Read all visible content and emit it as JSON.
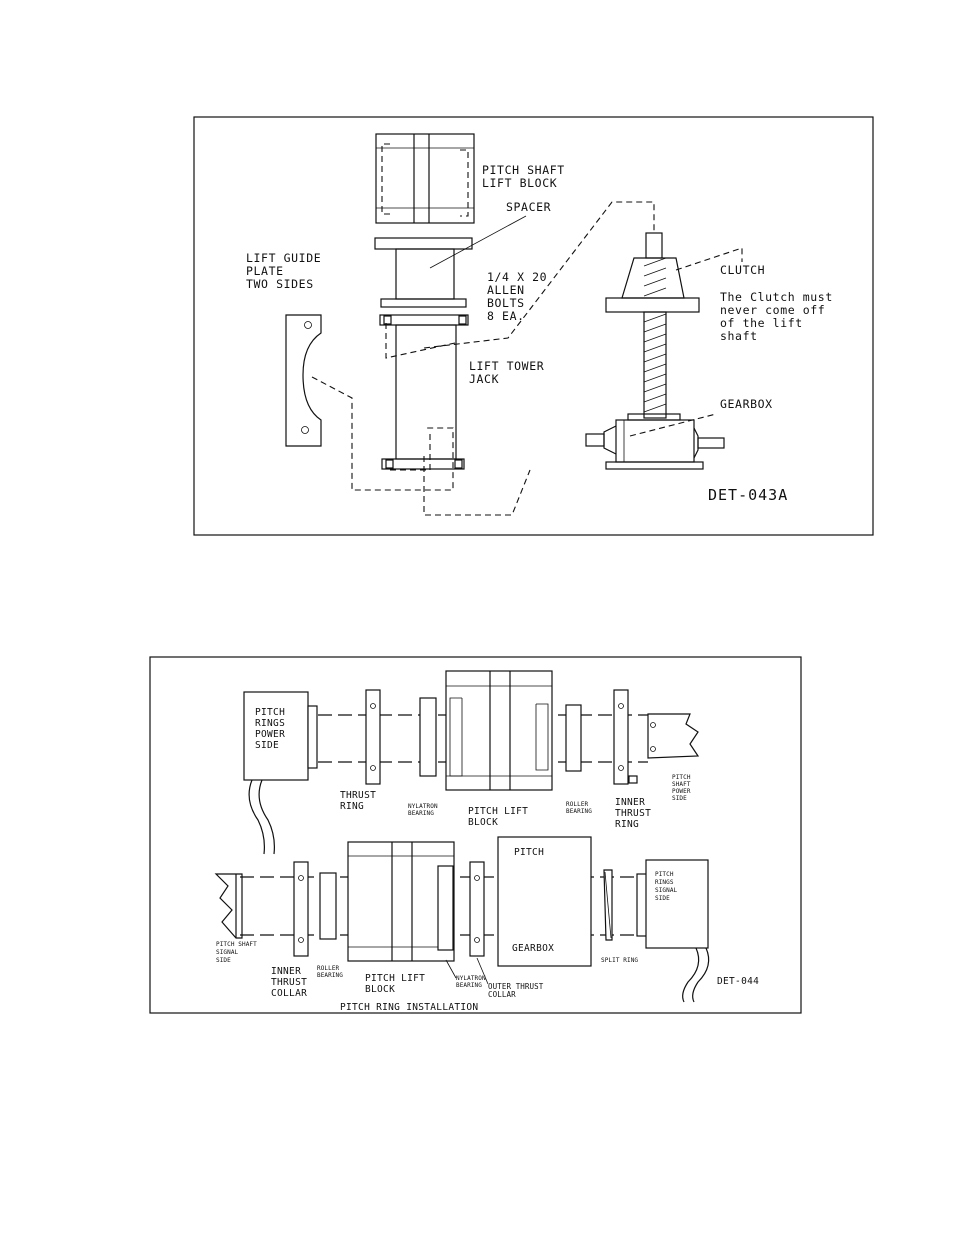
{
  "figure_top": {
    "labels": {
      "pitch_shaft_lift_block": [
        "PITCH SHAFT",
        "LIFT BLOCK"
      ],
      "spacer": "SPACER",
      "lift_guide_plate": [
        "LIFT GUIDE",
        "PLATE",
        "TWO SIDES"
      ],
      "allen_bolts": [
        "1/4 X 20",
        "ALLEN",
        "BOLTS",
        "8 EA."
      ],
      "lift_tower_jack": [
        "LIFT TOWER",
        "JACK"
      ],
      "clutch": "CLUTCH",
      "clutch_note": [
        "The Clutch must",
        "never come off",
        "of the lift",
        "shaft"
      ],
      "gearbox": "GEARBOX",
      "drawing_id": "DET-043A"
    }
  },
  "figure_bottom": {
    "labels": {
      "pitch_rings_power_side": [
        "PITCH",
        "RINGS",
        "POWER",
        "SIDE"
      ],
      "thrust_ring": [
        "THRUST",
        "RING"
      ],
      "nylatron_bearing_top": [
        "NYLATRON",
        "BEARING"
      ],
      "pitch_lift_block_top": [
        "PITCH LIFT",
        "BLOCK"
      ],
      "roller_bearing_top": [
        "ROLLER",
        "BEARING"
      ],
      "inner_thrust_ring": [
        "INNER",
        "THRUST",
        "RING"
      ],
      "pitch_shaft_power_side": [
        "PITCH",
        "SHAFT",
        "POWER",
        "SIDE"
      ],
      "pitch_gearbox_top": "PITCH",
      "pitch_gearbox_bottom": "GEARBOX",
      "pitch_rings_signal_side": [
        "PITCH",
        "RINGS",
        "SIGNAL",
        "SIDE"
      ],
      "pitch_shaft_signal_side": [
        "PITCH SHAFT",
        "SIGNAL",
        "SIDE"
      ],
      "inner_thrust_collar": [
        "INNER",
        "THRUST",
        "COLLAR"
      ],
      "roller_bearing_bottom": [
        "ROLLER",
        "BEARING"
      ],
      "pitch_lift_block_bottom": [
        "PITCH LIFT",
        "BLOCK"
      ],
      "nylatron_bearing_bottom": [
        "NYLATRON",
        "BEARING"
      ],
      "outer_thrust_collar": [
        "OUTER THRUST",
        "COLLAR"
      ],
      "split_ring": "SPLIT RING",
      "drawing_id": "DET-044",
      "caption": "PITCH RING INSTALLATION"
    }
  }
}
